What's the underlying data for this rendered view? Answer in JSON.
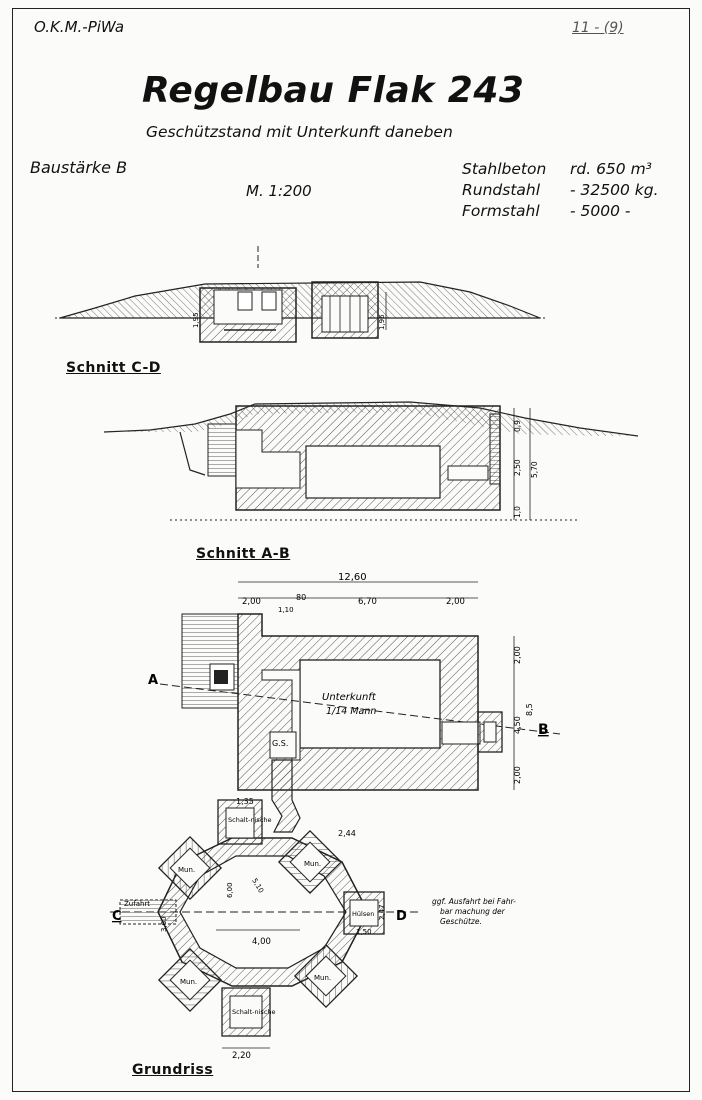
{
  "header": {
    "office": "O.K.M.-PiWa",
    "sheet_no": "11 - (9)",
    "title": "Regelbau Flak 243",
    "subtitle": "Geschützstand mit Unterkunft daneben",
    "strength": "Baustärke B",
    "scale": "M. 1:200"
  },
  "materials": [
    {
      "label": "Stahlbeton",
      "value": "rd. 650 m³"
    },
    {
      "label": "Rundstahl",
      "value": "- 32500 kg."
    },
    {
      "label": "Formstahl",
      "value": "- 5000 -"
    }
  ],
  "sections": {
    "cd": "Schnitt C-D",
    "ab": "Schnitt A-B",
    "plan": "Grundriss"
  },
  "section_ab_dims": {
    "d1": "0,9",
    "d2": "2,50",
    "d3": "5,70",
    "d4": "1,0"
  },
  "section_cd_dims": {
    "d1": "1,95",
    "d2": "1,96"
  },
  "plan": {
    "total_width": "12,60",
    "widths": [
      "2,00",
      "80",
      "6,70",
      "2,00"
    ],
    "sub_width": "1,10",
    "right_dims": [
      "2,00",
      "8,5",
      "4,50",
      "2,00"
    ],
    "marker_a": "A",
    "marker_b": "B",
    "marker_c": "C",
    "marker_d": "D",
    "room": "Unterkunft",
    "room_capacity": "1/14 Mann",
    "gas_lock": "G.S.",
    "dim_135": "1,35",
    "dim_244": "2,44",
    "dim_220": "2,20",
    "dim_400": "4,00",
    "dim_600": "6,00",
    "dim_360": "3,60",
    "dim_150": "1,50",
    "dim_247": "2,47",
    "dim_diag": "5,10",
    "niche_label": "Schalt-nische",
    "ammo_label": "Mun.",
    "sleeve_label": "Hülsen",
    "access_label": "Zufahrt",
    "note_lines": [
      "ggf. Ausfahrt bei Fahr-",
      "bar machung der",
      "Geschütze."
    ]
  }
}
